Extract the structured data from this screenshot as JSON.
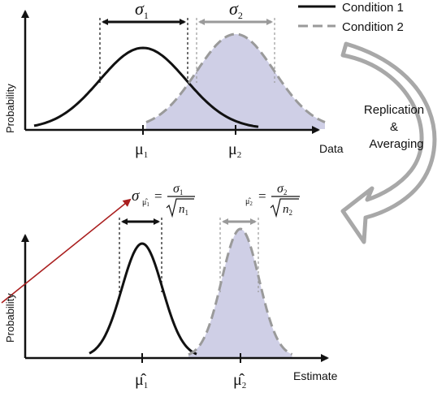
{
  "legend": {
    "condition1": "Condition 1",
    "condition2": "Condition 2"
  },
  "top_panel": {
    "ylabel": "Probability",
    "xlabel": "Data",
    "sigma1": "σ",
    "sigma1_sub": "1",
    "sigma2": "σ",
    "sigma2_sub": "2",
    "mu1": "μ",
    "mu1_sub": "1",
    "mu2": "μ",
    "mu2_sub": "2"
  },
  "transition": {
    "line1": "Replication",
    "line2": "&",
    "line3": "Averaging"
  },
  "bottom_panel": {
    "ylabel": "Probability",
    "xlabel": "Estimate",
    "mu1hat": "μ̂",
    "mu1hat_sub": "1",
    "mu2hat": "μ̂",
    "mu2hat_sub": "2",
    "eq1": {
      "lhs": "σ",
      "lhs_sub": "μ̂",
      "lhs_subsub": "1",
      "equals": "=",
      "num": "σ",
      "num_sub": "1",
      "den": "n",
      "den_sub": "1"
    },
    "eq2": {
      "lhs_sub": "μ̂",
      "lhs_subsub": "2",
      "equals": "=",
      "num": "σ",
      "num_sub": "2",
      "den": "n",
      "den_sub": "2"
    }
  },
  "colors": {
    "condition1": "#111111",
    "condition2": "#9a9a9a",
    "fill2": "#cfcfe6",
    "annotation_arrow": "#aa1f1f",
    "curved_arrow": "#a8a8a8"
  }
}
